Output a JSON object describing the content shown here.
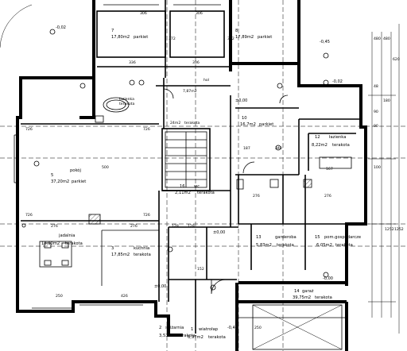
{
  "rooms": [
    {
      "num": "7",
      "area": "17,80m2",
      "finish": "parkiet"
    },
    {
      "num": "8",
      "area": "17,89m2",
      "finish": "parkiet"
    },
    {
      "num": "5",
      "name": "pokój",
      "area": "37,20m2",
      "finish": "parkiet"
    },
    {
      "num": "3",
      "name": "kuchnia",
      "area": "17,85m2",
      "finish": "terakota"
    },
    {
      "name": "jadalnia",
      "area": "18,90m2",
      "finish": "terakota"
    },
    {
      "name": "łazienka",
      "finish": "terakota",
      "area": "7,87m2"
    },
    {
      "name": "hol",
      "area": "24m2",
      "finish": "terakota"
    },
    {
      "num": "10",
      "area": "16,7m2",
      "finish": "parkiet"
    },
    {
      "num": "12",
      "name": "łazienka",
      "area": "8,22m2",
      "finish": "terakota"
    },
    {
      "num": "16",
      "name": "wc",
      "area": "2,11m2",
      "finish": "terakota"
    },
    {
      "num": "13",
      "name": "garderoba",
      "area": "5,83m2",
      "finish": "terakota"
    },
    {
      "num": "15",
      "name": "pom.gospodarcze",
      "area": "6,05m2",
      "finish": "terakota"
    },
    {
      "num": "14",
      "name": "garaż",
      "area": "39,75m2",
      "finish": "terakota"
    },
    {
      "num": "2",
      "name": "spiżarnia",
      "area": "3,53m2",
      "finish": "terakota"
    },
    {
      "num": "1",
      "name": "wiatrołap",
      "area": "6,97m2",
      "finish": "terakota"
    }
  ],
  "levels": [
    "-0,02",
    "-0,45",
    "-0,02",
    "±0,00",
    "±0,00",
    "±0,00",
    "-0,45",
    "-0,00"
  ],
  "dims": [
    "306",
    "306",
    "336",
    "336",
    "372",
    "372",
    "726",
    "726",
    "726",
    "726",
    "500",
    "276",
    "276",
    "426",
    "250",
    "250",
    "187",
    "340",
    "167",
    "276",
    "276",
    "128",
    "128",
    "152",
    "1252",
    "1252",
    "620",
    "480",
    "480",
    "100",
    "90",
    "180",
    "90",
    "48"
  ]
}
